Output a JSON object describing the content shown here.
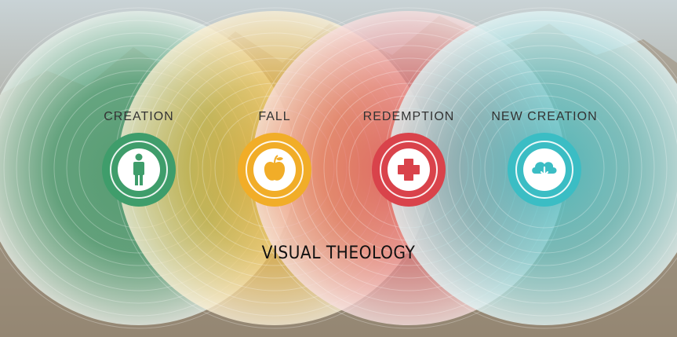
{
  "title": "VISUAL THEOLOGY",
  "stages": [
    {
      "label": "CREATION",
      "icon": "person-icon",
      "color": "#3f9d6b",
      "halo": "#4fae7c"
    },
    {
      "label": "FALL",
      "icon": "apple-icon",
      "color": "#f1ad28",
      "halo": "#f4b73d"
    },
    {
      "label": "REDEMPTION",
      "icon": "medical-cross-icon",
      "color": "#d9434b",
      "halo": "#de5960"
    },
    {
      "label": "NEW CREATION",
      "icon": "cloud-download-icon",
      "color": "#3bbdc4",
      "halo": "#4ec8cf"
    }
  ]
}
